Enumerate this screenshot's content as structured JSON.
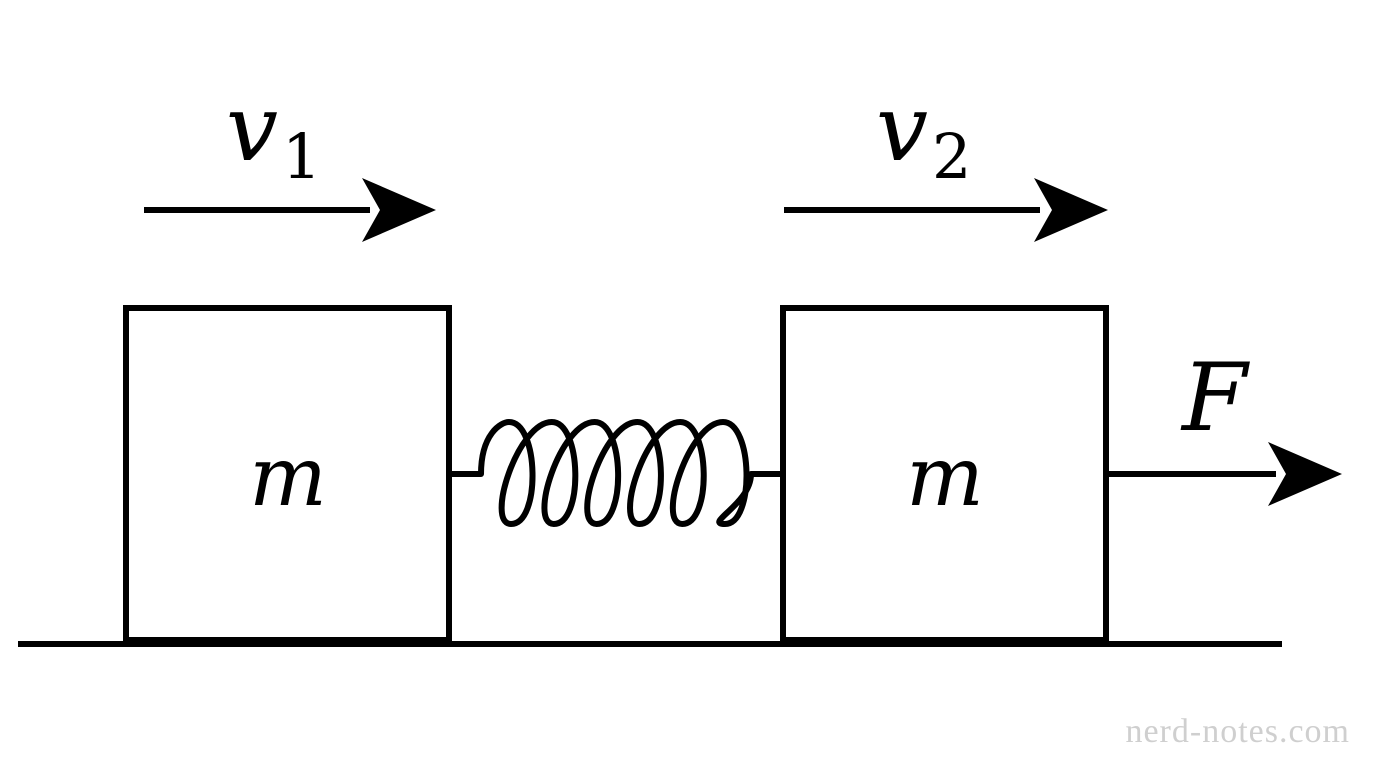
{
  "labels": {
    "velocity_left_symbol": "v",
    "velocity_left_subscript": "1",
    "velocity_right_symbol": "v",
    "velocity_right_subscript": "2",
    "mass_left": "m",
    "mass_right": "m",
    "force": "F"
  },
  "watermark": "nerd-notes.com",
  "colors": {
    "ink": "#000000",
    "watermark": "#cfcfcf",
    "background": "#ffffff"
  },
  "coils": 6
}
